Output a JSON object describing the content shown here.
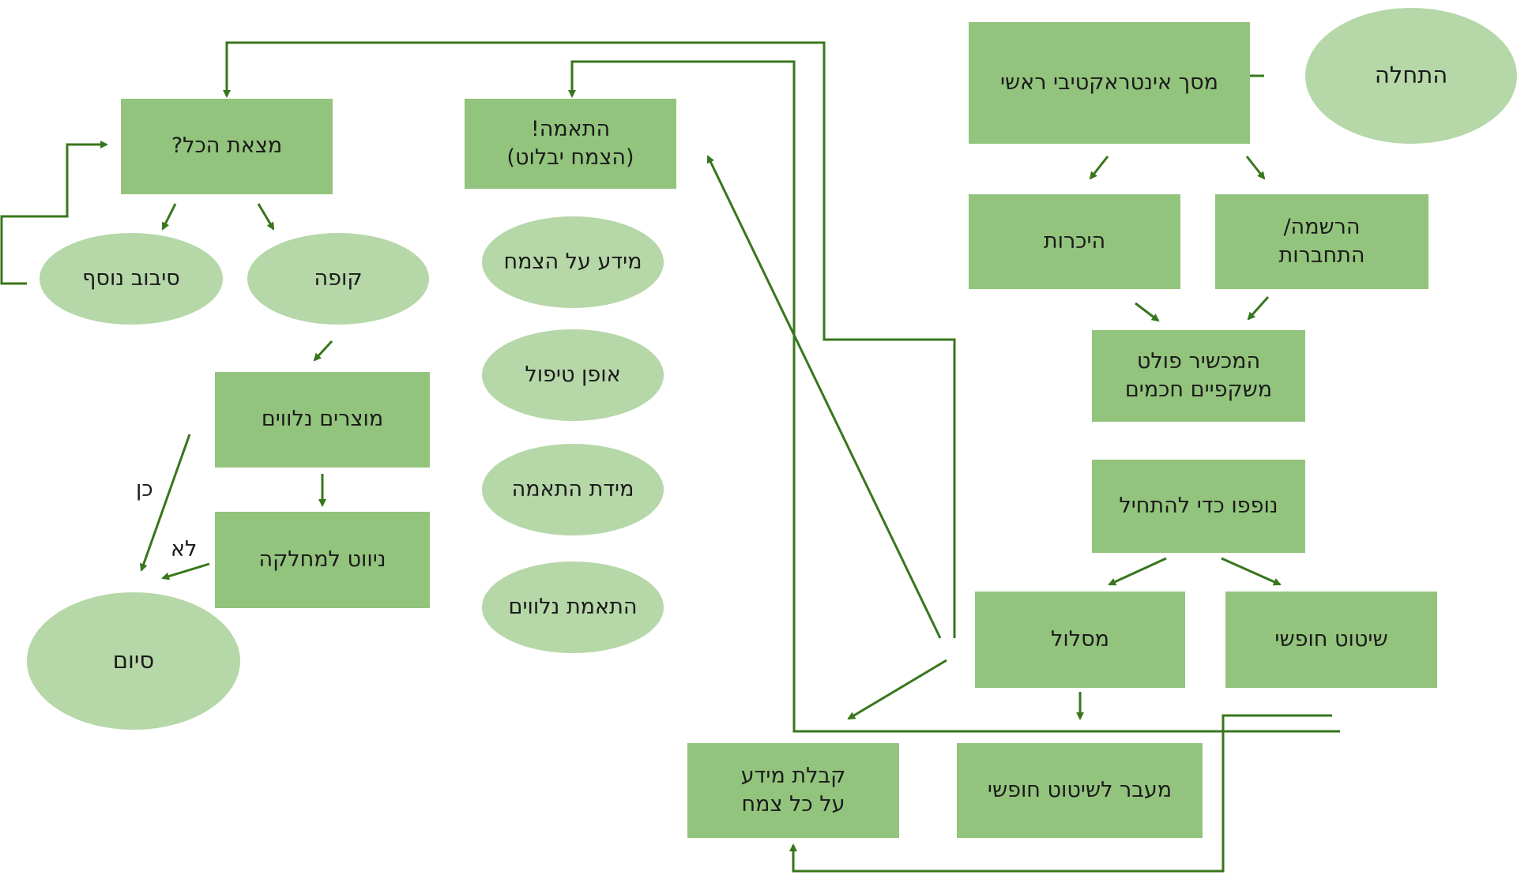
{
  "colors": {
    "rect_fill": "#93c47d",
    "ellipse_fill": "#b6d7a8",
    "arrow": "#38761d"
  },
  "nodes": {
    "start": "התחלה",
    "main_screen": "מסך אינטראקטיבי ראשי",
    "register": "הרשמה/\nהתחברות",
    "intro": "היכרות",
    "device": "המכשיר פולט\nמשקפיים חכמים",
    "float": "נופפו כדי להתחיל",
    "free_browse": "שיטוט חופשי",
    "route": "מסלול",
    "switch_free": "מעבר לשיטוט חופשי",
    "plant_info": "קבלת מידע\nעל כל צמח",
    "match": "התאמה!\n(הצמח יבלוט)",
    "info_plant": "מידע על הצמח",
    "care": "אופן טיפול",
    "match_degree": "מידת התאמה",
    "accessories_match": "התאמת נלווים",
    "found_all": "מצאת הכל?",
    "checkout": "קופה",
    "another_round": "סיבוב נוסף",
    "accessories": "מוצרים נלווים",
    "navigate": "ניווט למחלקה",
    "end": "סיום"
  },
  "labels": {
    "yes": "כן",
    "no": "לא"
  }
}
